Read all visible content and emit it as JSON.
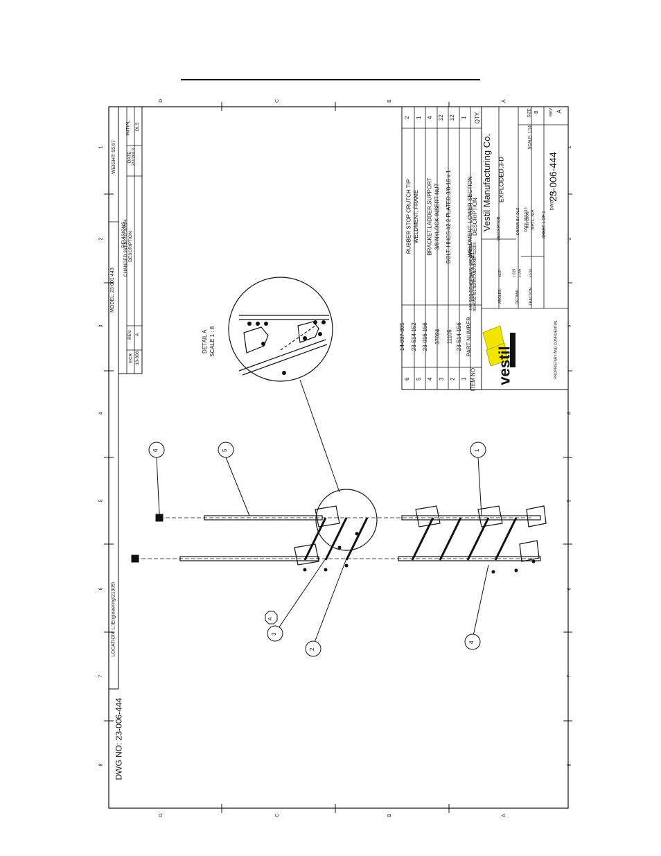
{
  "sheet": {
    "dwg_no_label": "DWG NO: 23-006-444",
    "location": "LOCATION: L:\\Engineering\\21305\\",
    "model": "MODEL: 23-001-443",
    "weight": "WEIGHT: 55.67",
    "zones": {
      "rows_top": [
        "D",
        "C",
        "B",
        "A"
      ],
      "cols_left": [
        "1",
        "2",
        "3",
        "4",
        "5",
        "6",
        "7",
        "8"
      ]
    }
  },
  "revisions": {
    "title": "REVISIONS",
    "headers": [
      "ECR",
      "REV.",
      "DESCRIPTION",
      "DATE",
      "INITIAL"
    ],
    "row": [
      "13-006",
      "A",
      "CHANGED 36106 TO 37024",
      "2/7/2013",
      "DLS"
    ]
  },
  "detail": {
    "title": "DETAIL A",
    "scale": "SCALE 1 : 8"
  },
  "balloons": [
    "6",
    "5",
    "1",
    "3",
    "2",
    "4"
  ],
  "detail_flag": "A",
  "bom": {
    "headers": [
      "ITEM NO.",
      "PART NUMBER",
      "DESCRIPTION",
      "QTY."
    ],
    "rows": [
      [
        "6",
        "14-037-005",
        "RUBBER STOP CRUTCH TIP",
        "2"
      ],
      [
        "5",
        "23-514-152",
        "WELDMENT, FRAME",
        "1"
      ],
      [
        "4",
        "23-016-156",
        "BRACKET,LADDER,SUPPORT",
        "4"
      ],
      [
        "3",
        "37024",
        "3/8 NYLOCK INSERT NUT",
        "12"
      ],
      [
        "2",
        "11105",
        "BOLT, HHCS #2 2 PLATED,3/8-16 x 1",
        "12"
      ],
      [
        "1",
        "23-514-156",
        "WELDMENT, LOWER SECTION",
        "1"
      ]
    ]
  },
  "title_block": {
    "company": "Vestil Manufacturing Co.",
    "logo_text": "vestil",
    "unless": "UNLESS OTHERWISE SPECIFIED:",
    "break_edges": "REMOVE ALL BURRS AND SHARP EDGES",
    "dims": "DIMENSIONS ARE IN INCHES",
    "description_label": "DESCRIPTION:",
    "description": "EXPLODED,3-D",
    "drawn_by": "DRAWN BY: DLS",
    "date": "DATE: 05/10/10",
    "revision_label": "REVISION",
    "matl": "MATL: N/A",
    "scale": "SCALE: 1:14",
    "size_label": "SIZE",
    "size": "B",
    "sheet": "SHEET 1 OF 1",
    "dwg_no_label": "DWG. NO.",
    "dwg_no": "23-006-444",
    "rev_label": "REV",
    "rev": "A",
    "angles": "ANGLES:",
    "decimal": "DECIMAL:",
    "fraction": "FRACTION:",
    "tol_a": "±1/2°",
    "tol_b": "±.015",
    "tol_c": "±.005",
    "tol_d": "±1/16",
    "proprietary": "PROPRIETARY AND CONFIDENTIAL"
  }
}
